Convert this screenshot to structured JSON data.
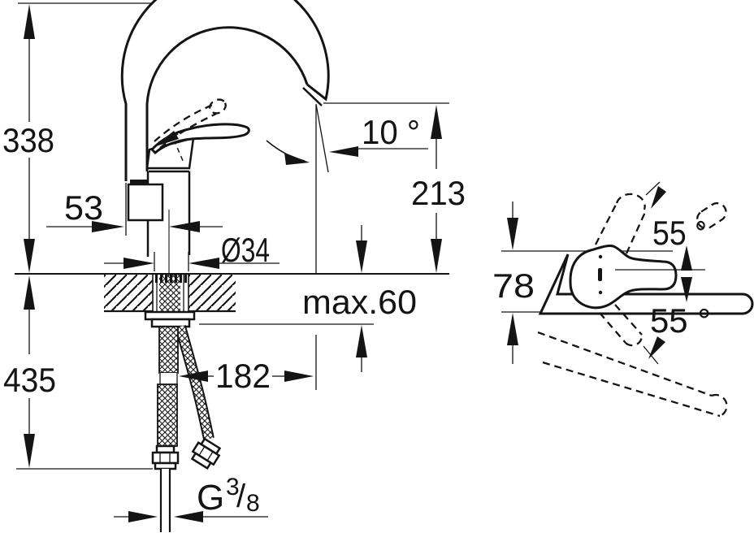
{
  "drawing": {
    "type": "faucet dimensional technical drawing",
    "front_view": {
      "dimensions": {
        "total_height": "338",
        "hose_length": "435",
        "spout_offset": "53",
        "base_diameter": "Ø34",
        "outlet_angle": "10 °",
        "outlet_height": "213",
        "max_counter_thickness": "max.60",
        "spout_reach": "182",
        "thread_prefix": "G",
        "thread_numerator": "3",
        "thread_slash": "/",
        "thread_denominator": "8"
      }
    },
    "top_view": {
      "dimensions": {
        "handle_width": "78",
        "swing_up": "55 °",
        "swing_down": "55 °"
      }
    },
    "colors": {
      "ink": "#141414",
      "paper": "#ffffff"
    }
  }
}
